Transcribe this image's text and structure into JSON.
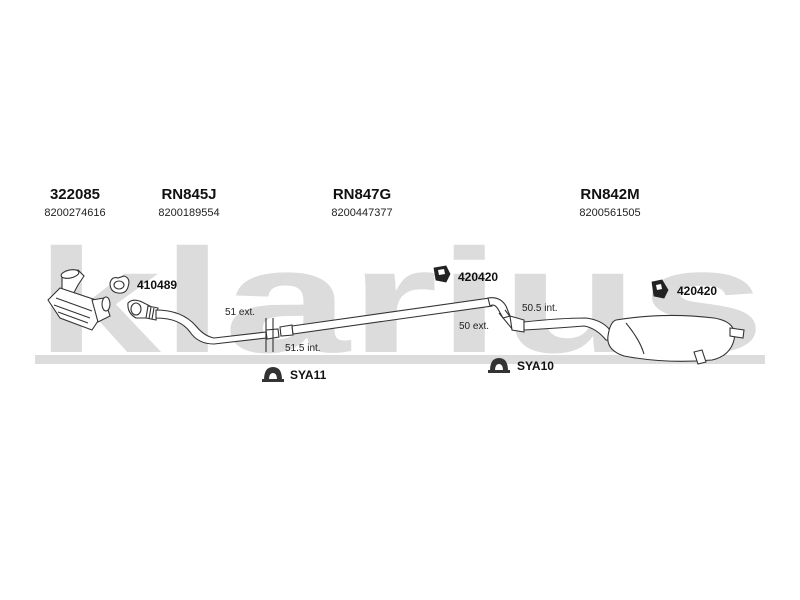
{
  "watermark": {
    "text": "klarius",
    "color": "#d9d9d9"
  },
  "sections": [
    {
      "code": "322085",
      "oem": "8200274616"
    },
    {
      "code": "RN845J",
      "oem": "8200189554"
    },
    {
      "code": "RN847G",
      "oem": "8200447377"
    },
    {
      "code": "RN842M",
      "oem": "8200561505"
    }
  ],
  "parts": {
    "gasket": "410489",
    "clip_1": "SYA11",
    "clip_2": "SYA10",
    "hanger_1": "420420",
    "hanger_2": "420420"
  },
  "dimensions": {
    "joint_1_ext": "51 ext.",
    "joint_1_int": "51.5 int.",
    "joint_2_int": "50.5 int.",
    "joint_2_ext": "50 ext."
  }
}
